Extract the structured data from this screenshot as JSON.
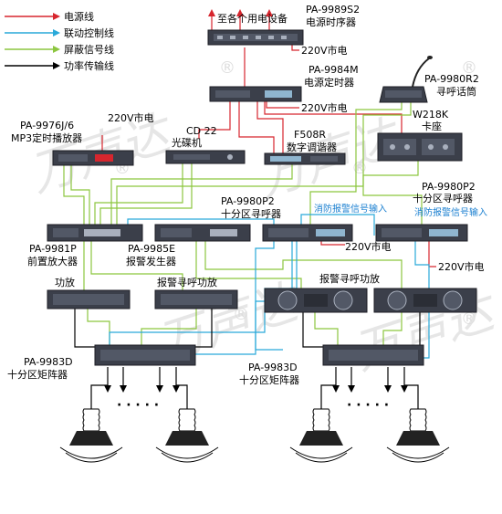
{
  "legend": [
    {
      "label": "电源线",
      "color": "#d7262e"
    },
    {
      "label": "联动控制线",
      "color": "#29a9d9"
    },
    {
      "label": "屏蔽信号线",
      "color": "#8cc63f"
    },
    {
      "label": "功率传输线",
      "color": "#000000"
    }
  ],
  "watermark": {
    "text": "万声达",
    "symbol": "®"
  },
  "devices": {
    "sequencer": {
      "model": "PA-9989S2",
      "name": "电源时序器",
      "to_devices": "至各个用电设备"
    },
    "power_timer": {
      "model": "PA-9984M",
      "name": "电源定时器"
    },
    "mic": {
      "model": "PA-9980R2",
      "name": "寻呼话筒"
    },
    "mp3": {
      "model": "PA-9976J/6",
      "name": "MP3定时播放器"
    },
    "cd": {
      "model": "CD 22",
      "name": "光碟机"
    },
    "tuner": {
      "model": "F508R",
      "name": "数字调谐器"
    },
    "cassette": {
      "model": "W218K",
      "name": "卡座"
    },
    "pager_left": {
      "model": "PA-9980P2",
      "name": "十分区寻呼器"
    },
    "pager_right": {
      "model": "PA-9980P2",
      "name": "十分区寻呼器"
    },
    "preamp": {
      "model": "PA-9981P",
      "name": "前置放大器"
    },
    "alarm_gen": {
      "model": "PA-9985E",
      "name": "报警发生器"
    },
    "amp": {
      "name": "功放"
    },
    "alarm_amp_left": {
      "name": "报警寻呼功放"
    },
    "alarm_amp_right": {
      "name": "报警寻呼功放"
    },
    "matrix_left": {
      "model": "PA-9983D",
      "name": "十分区矩阵器"
    },
    "matrix_right": {
      "model": "PA-9983D",
      "name": "十分区矩阵器"
    }
  },
  "mains_label": "220V市电",
  "fire_alarm_input": "消防报警信号输入",
  "ellipsis": "· · · · ·"
}
